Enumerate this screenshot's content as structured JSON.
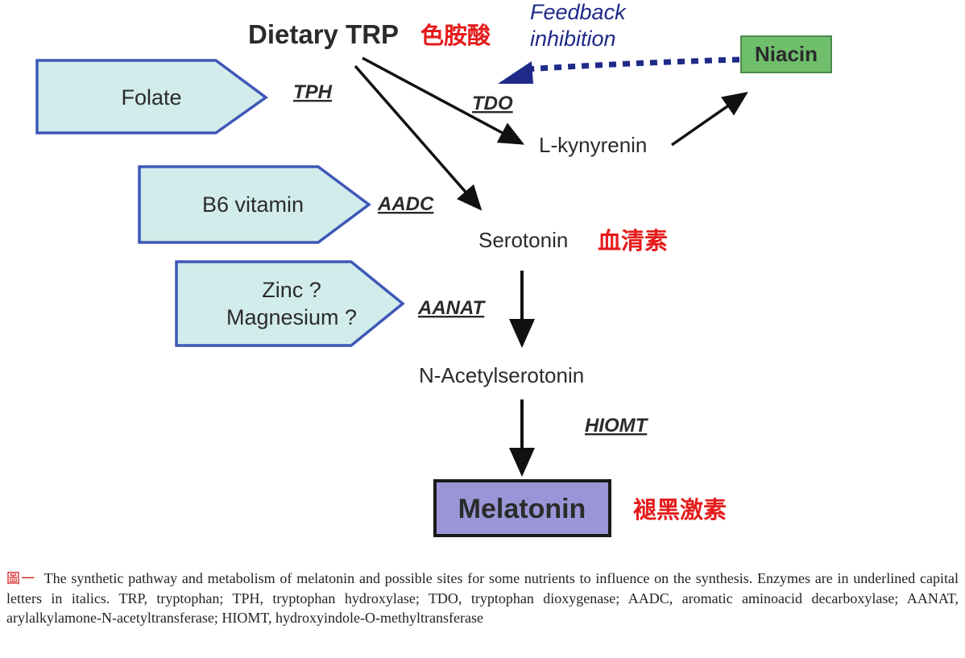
{
  "colors": {
    "text": "#2b2b2b",
    "chinese": "#e51b1b",
    "nutrient_fill": "#d2ecec",
    "nutrient_stroke": "#3d58b6",
    "niacin_fill": "#6fbe6b",
    "niacin_stroke": "#4a8a4a",
    "melatonin_fill": "#9a95d6",
    "melatonin_stroke": "#1a1a1a",
    "feedback": "#1f2a88",
    "arrow": "#111111"
  },
  "compounds": {
    "dietary_trp": "Dietary TRP",
    "dietary_trp_cn": "色胺酸",
    "l_kynurenine": "L-kynyrenin",
    "niacin": "Niacin",
    "serotonin": "Serotonin",
    "serotonin_cn": "血清素",
    "n_acetylserotonin": "N-Acetylserotonin",
    "melatonin": "Melatonin",
    "melatonin_cn": "褪黑激素"
  },
  "enzymes": {
    "tph": "TPH",
    "tdo": "TDO",
    "aadc": "AADC",
    "aanat": "AANAT",
    "hiomt": "HIOMT"
  },
  "nutrients": {
    "folate": "Folate",
    "b6": "B6 vitamin",
    "zinc": "Zinc ?",
    "magnesium": "Magnesium ?"
  },
  "feedback": {
    "line1": "Feedback",
    "line2": "inhibition"
  },
  "caption": {
    "label": "圖一",
    "text": "The synthetic pathway and metabolism of melatonin and possible sites for some nutrients to influence on the synthesis. Enzymes are in underlined capital letters in italics. TRP, tryptophan; TPH, tryptophan hydroxylase; TDO, tryptophan dioxygenase; AADC, aromatic aminoacid decarboxylase; AANAT, arylalkylamone-N-acetyltransferase; HIOMT, hydroxyindole-O-methyltransferase"
  }
}
